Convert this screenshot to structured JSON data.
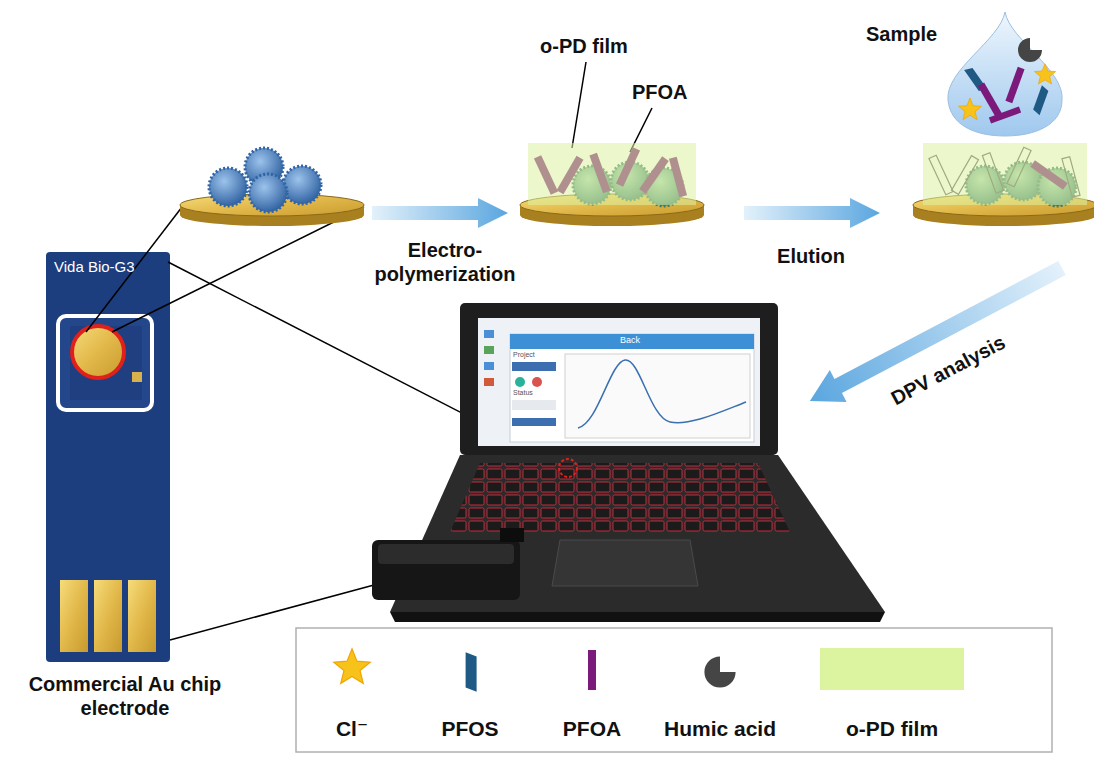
{
  "diagram": {
    "nodes": [
      {
        "text": [
          "Vida Bio-G3"
        ]
      }
    ],
    "labels": [
      "Commercial Au chip electrode",
      "Electro-polymerization",
      "o-PD film",
      "PFOA",
      "Elution",
      "Sample",
      "DPV analysis",
      "Back",
      "Project",
      "Status"
    ],
    "legend": [
      {
        "text": "Cl⁻"
      },
      {
        "text": "PFOS"
      },
      {
        "text": "PFOA"
      },
      {
        "text": "Humic acid"
      },
      {
        "text": "o-PD film",
        "color": "#dcf3a0"
      }
    ]
  }
}
